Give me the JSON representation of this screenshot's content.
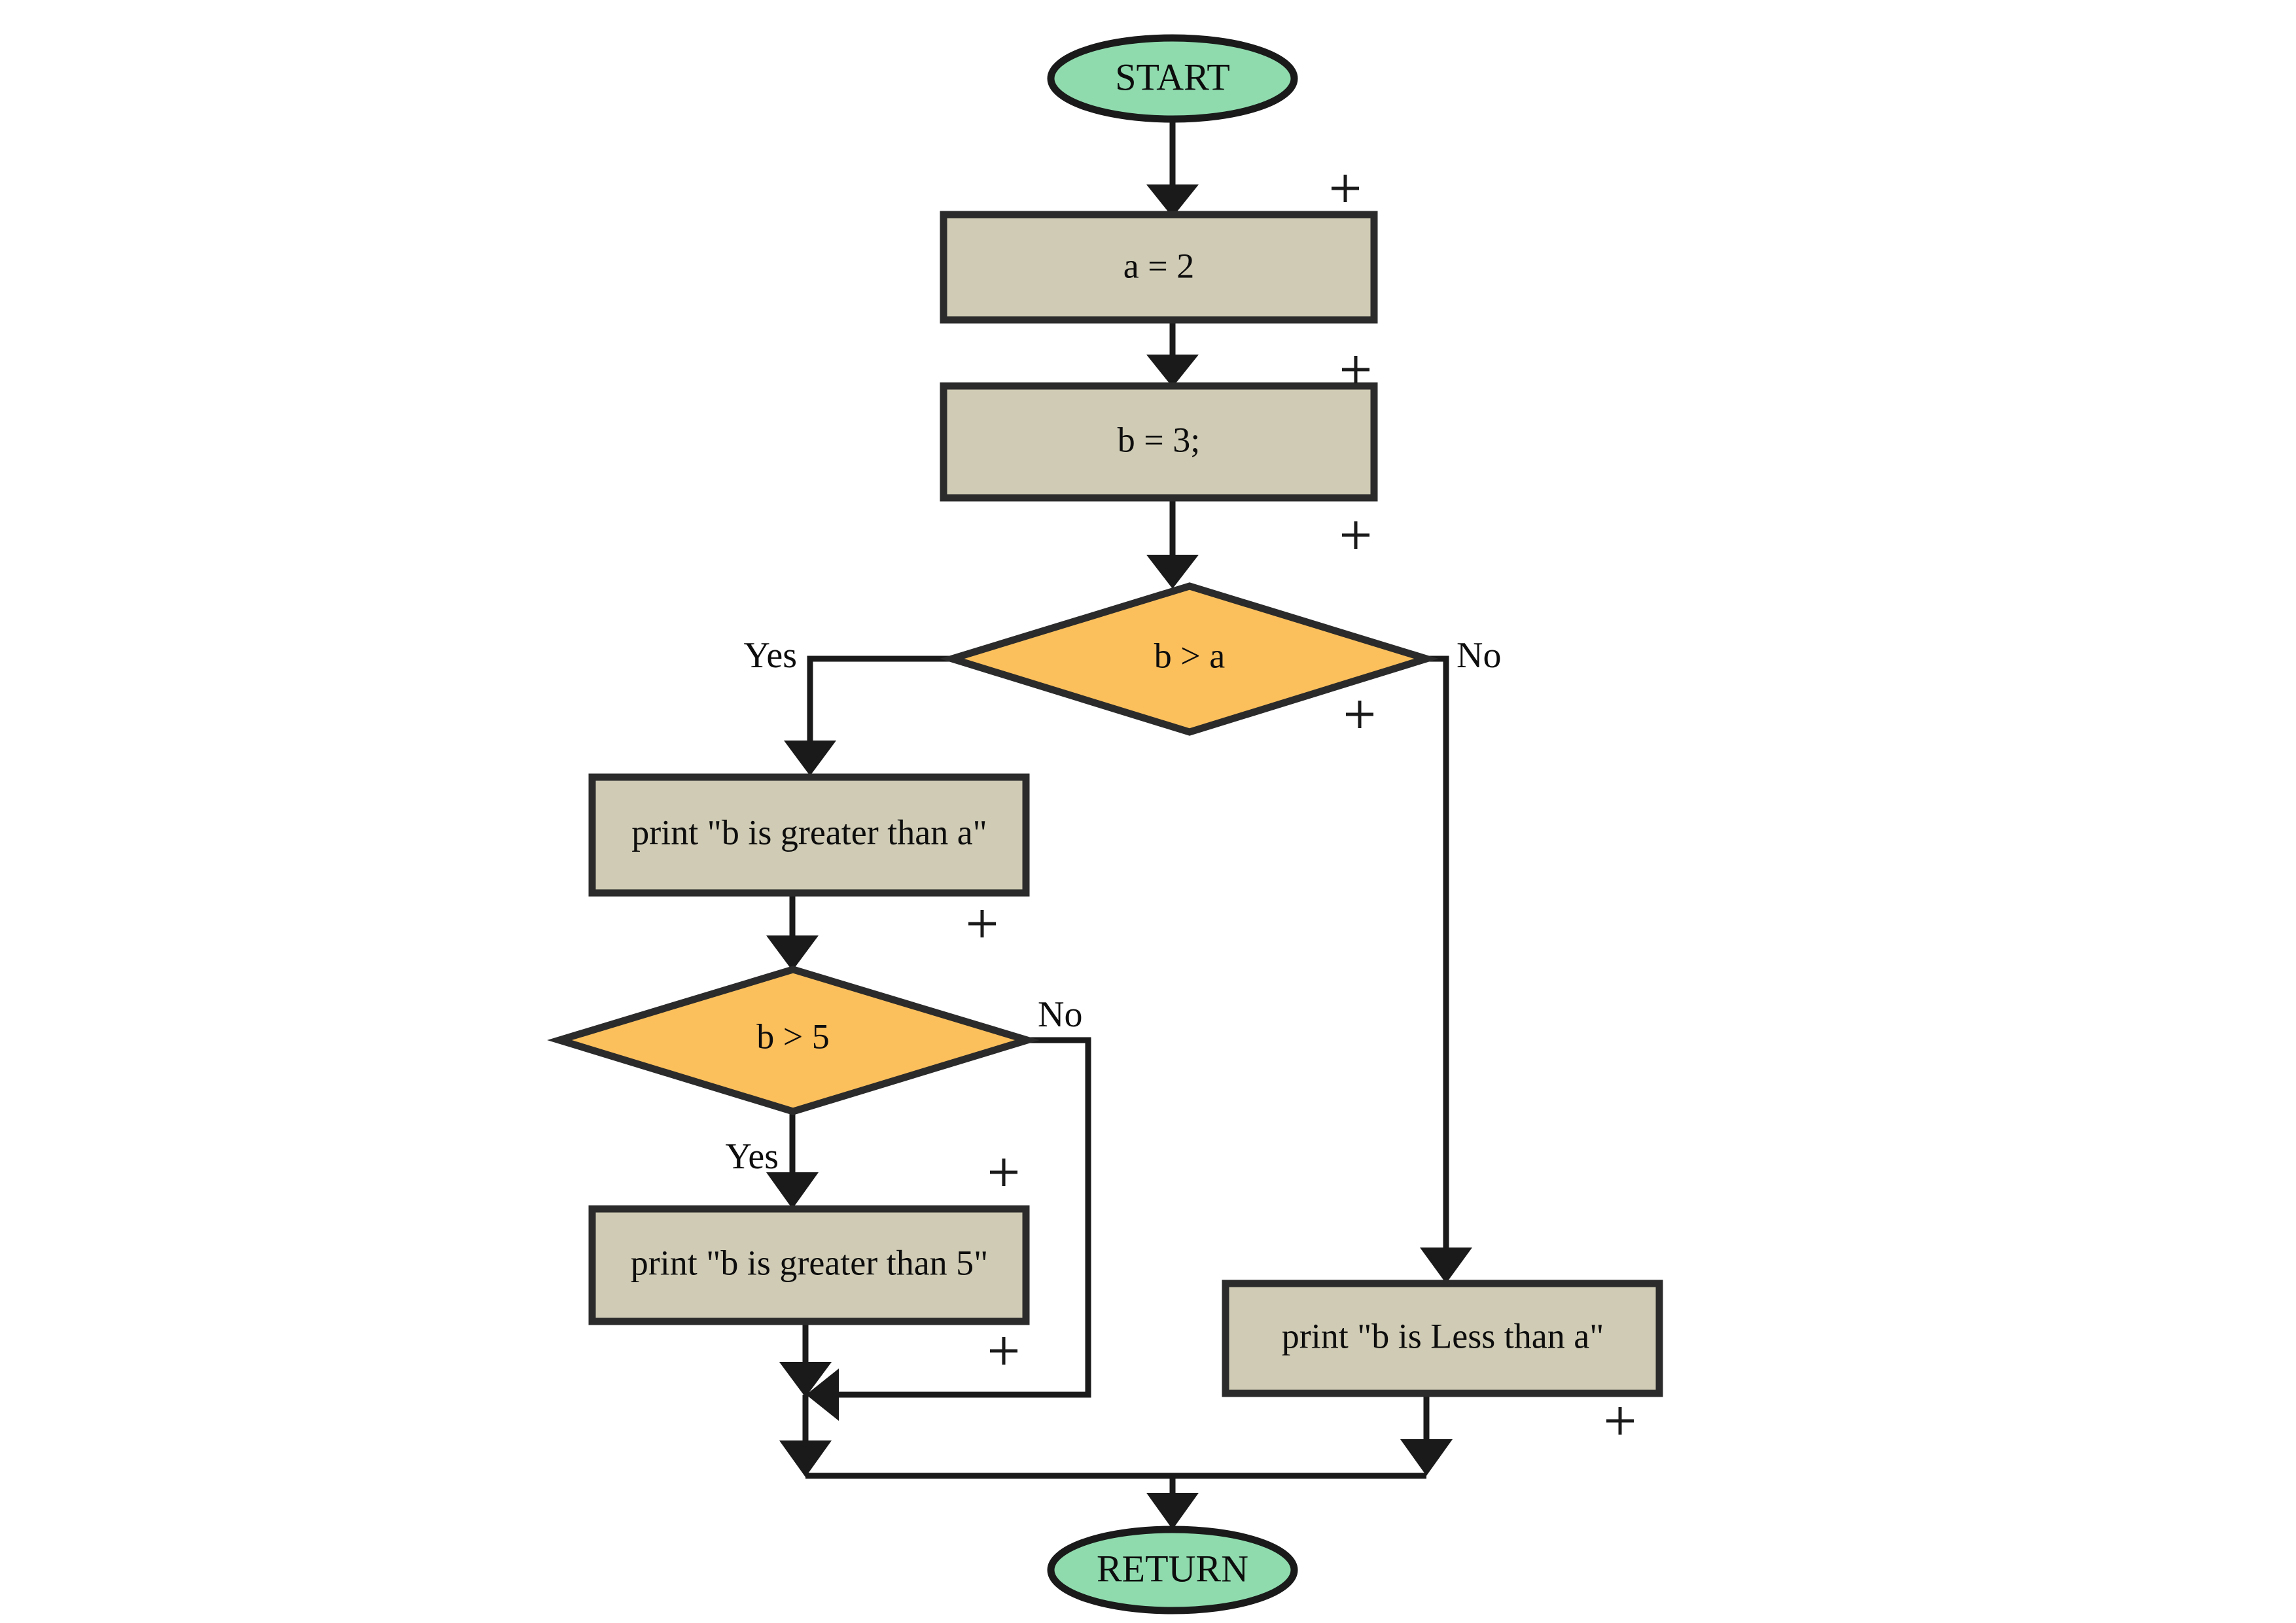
{
  "diagram": {
    "title": "Conditional branching flowchart",
    "type": "flowchart",
    "background": "#ffffff",
    "colors": {
      "terminator_fill": "#8FDBAE",
      "process_fill": "#CFCBB4",
      "decision_fill": "#FBBF5C",
      "stroke": "#1a1a1a",
      "text": "#0d0d0d"
    }
  },
  "nodes": {
    "start": {
      "label": "START",
      "shape": "ellipse"
    },
    "assign_a": {
      "label": "a = 2",
      "shape": "process"
    },
    "assign_b": {
      "label": "b = 3;",
      "shape": "process"
    },
    "decision_b_gt_a": {
      "label": "b > a",
      "shape": "decision"
    },
    "print_greater_a": {
      "label": "print \"b is greater than a\"",
      "shape": "process"
    },
    "decision_b_gt_5": {
      "label": "b > 5",
      "shape": "decision"
    },
    "print_greater_5": {
      "label": "print \"b is greater than 5\"",
      "shape": "process"
    },
    "print_less_a": {
      "label": "print \"b is Less than a\"",
      "shape": "process"
    },
    "return": {
      "label": "RETURN",
      "shape": "ellipse"
    }
  },
  "edge_labels": {
    "b_gt_a_yes": "Yes",
    "b_gt_a_no": "No",
    "b_gt_5_no": "No",
    "b_gt_5_yes": "Yes"
  },
  "markers": {
    "plus": "+",
    "count": 8
  }
}
